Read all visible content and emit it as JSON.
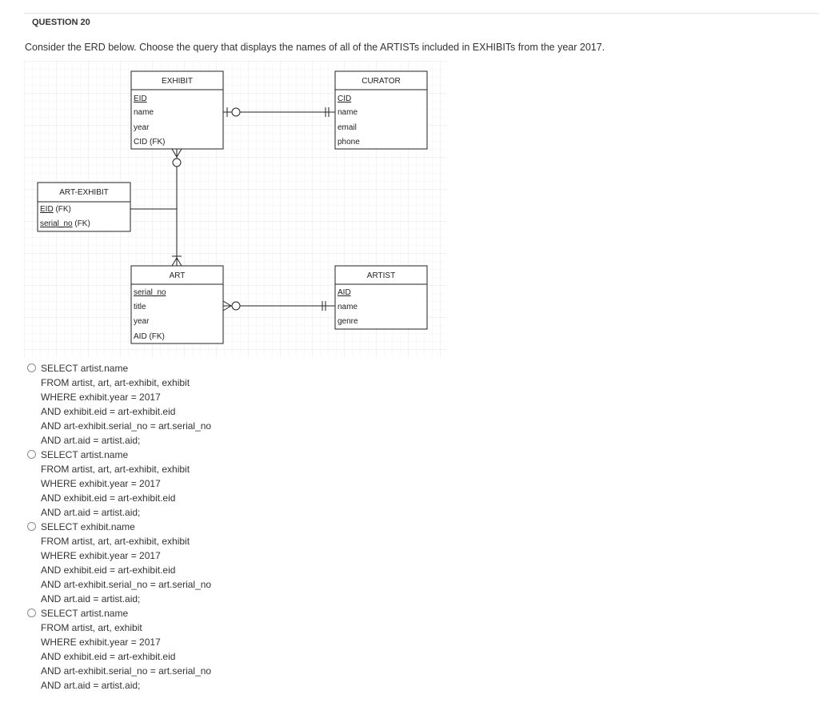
{
  "question": {
    "title": "QUESTION 20",
    "text": "Consider the ERD below.  Choose the query that displays the names of all of the ARTISTs included in EXHIBITs from the year 2017."
  },
  "erd": {
    "entities": {
      "exhibit": {
        "name": "EXHIBIT",
        "fields": [
          {
            "label": "EID",
            "key": true
          },
          {
            "label": "name"
          },
          {
            "label": "year"
          },
          {
            "label": "CID (FK)"
          }
        ]
      },
      "curator": {
        "name": "CURATOR",
        "fields": [
          {
            "label": "CID",
            "key": true
          },
          {
            "label": "name"
          },
          {
            "label": "email"
          },
          {
            "label": "phone"
          }
        ]
      },
      "art_exhibit": {
        "name": "ART-EXHIBIT",
        "fields": [
          {
            "key_part": "EID",
            "rest": " (FK)"
          },
          {
            "key_part": "serial_no",
            "rest": " (FK)"
          }
        ]
      },
      "art": {
        "name": "ART",
        "fields": [
          {
            "label": "serial_no",
            "key": true
          },
          {
            "label": "title"
          },
          {
            "label": "year"
          },
          {
            "label": "AID (FK)"
          }
        ]
      },
      "artist": {
        "name": "ARTIST",
        "fields": [
          {
            "label": "AID",
            "key": true
          },
          {
            "label": "name"
          },
          {
            "label": "genre"
          }
        ]
      }
    }
  },
  "options": [
    {
      "lines": [
        "SELECT artist.name",
        "FROM artist, art, art-exhibit, exhibit",
        "WHERE exhibit.year = 2017",
        "AND exhibit.eid = art-exhibit.eid",
        "AND art-exhibit.serial_no = art.serial_no",
        "AND art.aid = artist.aid;"
      ]
    },
    {
      "lines": [
        "SELECT artist.name",
        "FROM artist, art, art-exhibit, exhibit",
        "WHERE exhibit.year = 2017",
        "AND exhibit.eid = art-exhibit.eid",
        "AND art.aid = artist.aid;"
      ]
    },
    {
      "lines": [
        "SELECT exhibit.name",
        "FROM artist, art, art-exhibit, exhibit",
        "WHERE exhibit.year = 2017",
        "AND exhibit.eid = art-exhibit.eid",
        "AND art-exhibit.serial_no = art.serial_no",
        "AND art.aid = artist.aid;"
      ]
    },
    {
      "lines": [
        "SELECT artist.name",
        "FROM artist, art, exhibit",
        "WHERE exhibit.year = 2017",
        "AND exhibit.eid = art-exhibit.eid",
        "AND art-exhibit.serial_no = art.serial_no",
        "AND art.aid = artist.aid;"
      ]
    }
  ]
}
